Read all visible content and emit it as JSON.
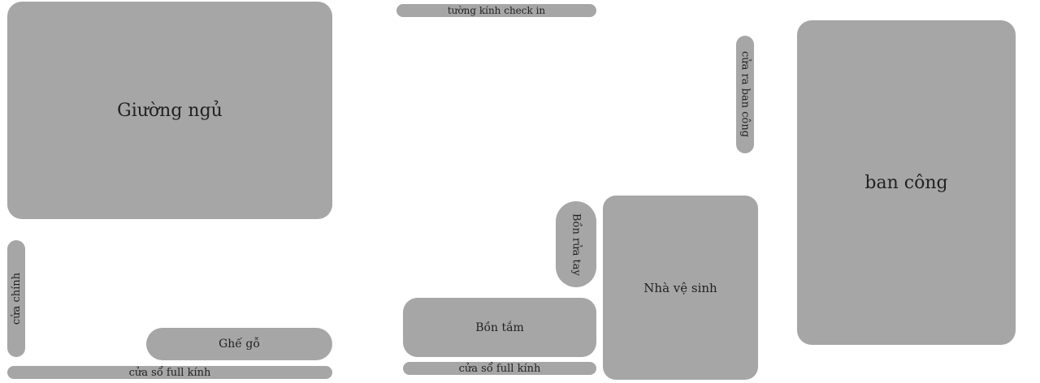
{
  "rooms": {
    "bed": {
      "label": "Giường ngủ"
    },
    "chair": {
      "label": "Ghế gỗ"
    },
    "main_door": {
      "label": "cửa chính"
    },
    "window_left": {
      "label": "cửa sổ full kính"
    },
    "glass_wall": {
      "label": "tường kính check in"
    },
    "sink": {
      "label": "Bồn rửa tay"
    },
    "bathtub": {
      "label": "Bồn tắm"
    },
    "window_mid": {
      "label": "cửa sổ full kính"
    },
    "wc": {
      "label": "Nhà vệ sinh"
    },
    "balcony_door": {
      "label": "cửa ra ban công"
    },
    "balcony": {
      "label": "ban công"
    }
  },
  "colors": {
    "block_fill": "#a6a6a6",
    "background": "#ffffff",
    "text": "#222222"
  }
}
